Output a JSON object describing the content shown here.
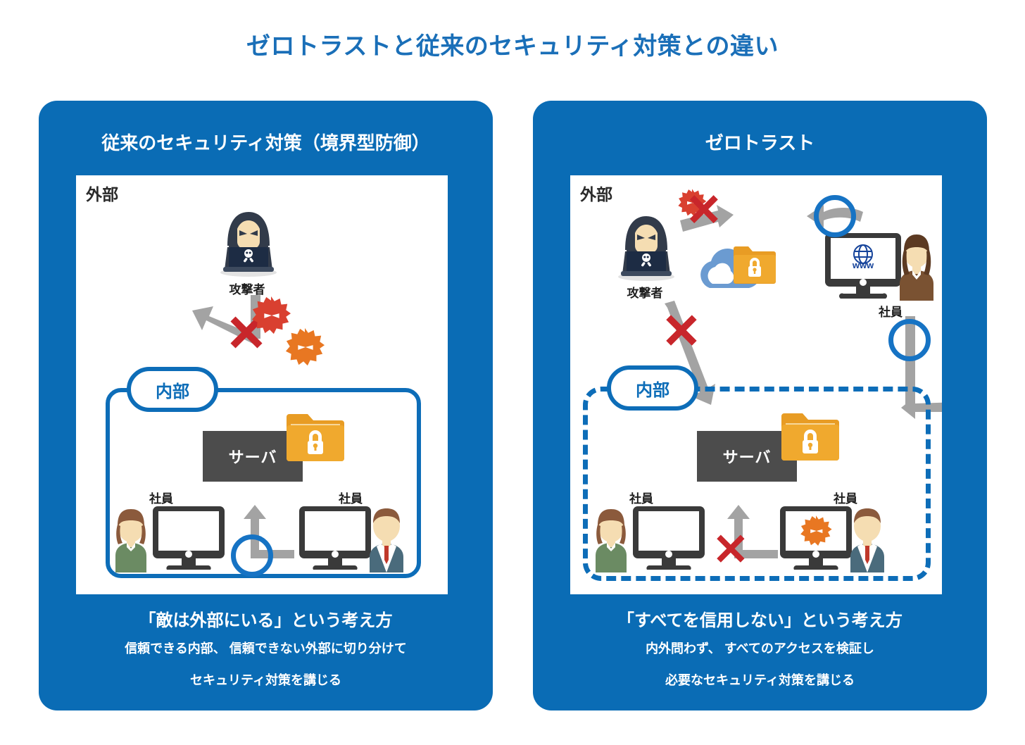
{
  "page": {
    "title": "ゼロトラストと従来のセキュリティ対策との違い",
    "title_color": "#1a6fb8",
    "background": "#ffffff"
  },
  "colors": {
    "panel_blue": "#0a6cb5",
    "accent_blue": "#0d6db8",
    "server_gray": "#4c4c4c",
    "arrow_gray": "#a3a3a3",
    "x_red": "#c8262b",
    "virus_red": "#d94030",
    "virus_orange": "#e87722",
    "folder_yellow": "#f0a92e",
    "cloud_blue": "#6b9bd1",
    "white": "#ffffff"
  },
  "panels": [
    {
      "id": "traditional",
      "title": "従来のセキュリティ対策（境界型防御）",
      "stage_label": "外部",
      "zone_label": "内部",
      "zone_border_style": "solid",
      "caption_main": "「敵は外部にいる」という考え方",
      "caption_sub_line1": "信頼できる内部、 信頼できない外部に切り分けて",
      "caption_sub_line2": "セキュリティ対策を講じる",
      "figures": {
        "attacker_label": "攻撃者",
        "server_label": "サーバ",
        "employee_left_label": "社員",
        "employee_right_label": "社員"
      }
    },
    {
      "id": "zerotrust",
      "title": "ゼロトラスト",
      "stage_label": "外部",
      "zone_label": "内部",
      "zone_border_style": "dashed",
      "caption_main": "「すべてを信用しない」という考え方",
      "caption_sub_line1": "内外問わず、 すべてのアクセスを検証し",
      "caption_sub_line2": "必要なセキュリティ対策を講じる",
      "figures": {
        "attacker_label": "攻撃者",
        "server_label": "サーバ",
        "remote_employee_label": "社員",
        "employee_left_label": "社員",
        "employee_right_label": "社員",
        "browser_glyph": "www"
      }
    }
  ]
}
